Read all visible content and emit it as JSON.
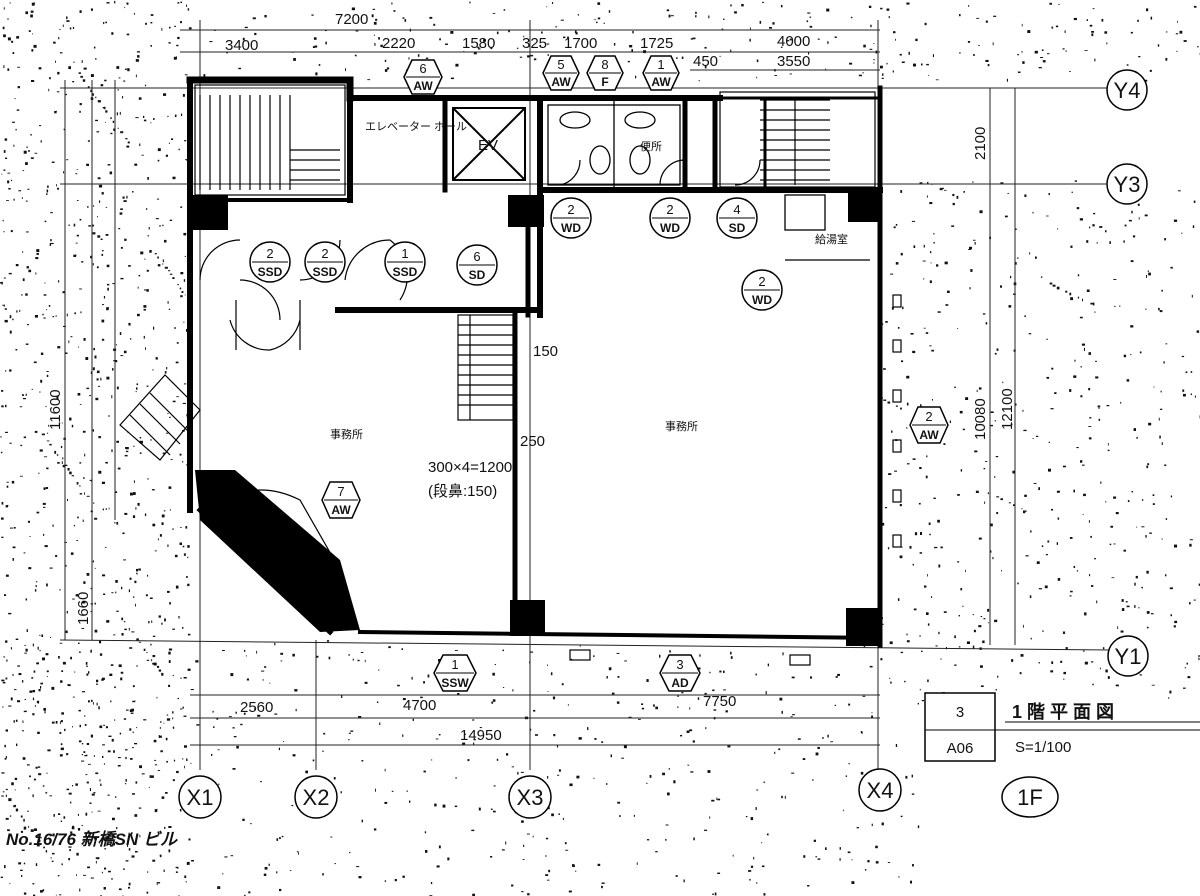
{
  "drawing": {
    "top_dimensions": [
      "7200",
      "3400",
      "2220",
      "1580",
      "325",
      "1700",
      "1725",
      "4000",
      "450",
      "3550"
    ],
    "bottom_dimensions": [
      "2560",
      "4700",
      "7750",
      "14950"
    ],
    "left_dimensions": [
      "11600",
      "1660"
    ],
    "right_dimensions": [
      "2100",
      "10080",
      "12100"
    ],
    "inner_dimensions": [
      "150",
      "250"
    ],
    "stair_note": "300×4=1200",
    "stair_note_2": "(段鼻:150)",
    "grid_x": [
      "X1",
      "X2",
      "X3",
      "X4"
    ],
    "grid_y": [
      "Y4",
      "Y3",
      "Y1"
    ],
    "floor": "1F",
    "rooms": {
      "ev": "EV",
      "ev_hall": "エレベーター ホール",
      "office_left": "事務所",
      "office_right": "事務所",
      "toilet": "便所",
      "kitchen": "給湯室"
    },
    "door_tags": [
      {
        "num": "2",
        "code": "SSD"
      },
      {
        "num": "2",
        "code": "SSD"
      },
      {
        "num": "1",
        "code": "SSD"
      },
      {
        "num": "6",
        "code": "SD"
      },
      {
        "num": "2",
        "code": "WD"
      },
      {
        "num": "2",
        "code": "WD"
      },
      {
        "num": "4",
        "code": "SD"
      },
      {
        "num": "2",
        "code": "WD"
      }
    ],
    "window_tags": [
      {
        "num": "6",
        "code": "AW"
      },
      {
        "num": "5",
        "code": "AW"
      },
      {
        "num": "8",
        "code": "F"
      },
      {
        "num": "1",
        "code": "AW"
      },
      {
        "num": "2",
        "code": "AW"
      },
      {
        "num": "7",
        "code": "AW"
      },
      {
        "num": "1",
        "code": "SSW"
      },
      {
        "num": "3",
        "code": "AD"
      }
    ],
    "title_block": {
      "sheet_no": "3",
      "sheet_code": "A06",
      "title": "1 階 平 面 図",
      "scale": "S=1/100"
    },
    "footer_note": "No.16/76 新橋SN ビル"
  }
}
